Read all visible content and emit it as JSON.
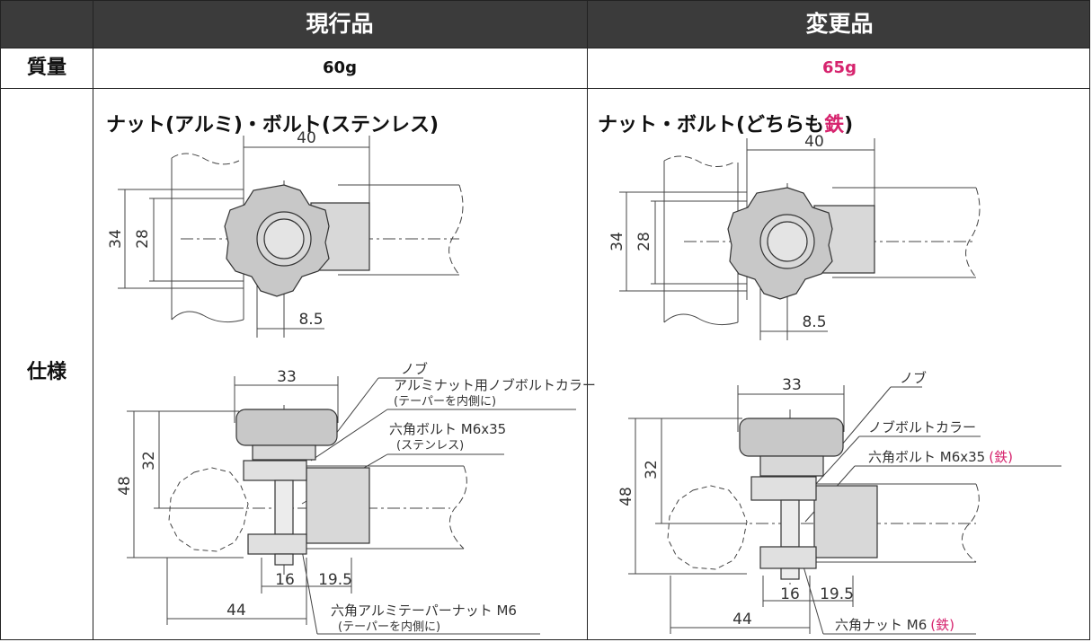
{
  "header": {
    "current_label": "現行品",
    "changed_label": "変更品"
  },
  "rows": {
    "mass_label": "質量",
    "spec_label": "仕様"
  },
  "mass": {
    "current": "60g",
    "changed": "65g"
  },
  "spec": {
    "current_title": "ナット(アルミ)・ボルト(ステンレス)",
    "changed_title_prefix": "ナット・ボルト(どちらも",
    "changed_title_accent": "鉄",
    "changed_title_suffix": ")"
  },
  "dims": {
    "d40": "40",
    "d34": "34",
    "d28": "28",
    "d8_5": "8.5",
    "d33": "33",
    "d48": "48",
    "d32": "32",
    "d16": "16",
    "d19_5": "19.5",
    "d44": "44"
  },
  "current_callouts": {
    "knob": "ノブ",
    "collar_line1": "アルミナット用ノブボルトカラー",
    "collar_line2": "(テーパーを内側に)",
    "bolt_line1": "六角ボルト M6x35",
    "bolt_line2": "(ステンレス)",
    "nut_line1": "六角アルミテーパーナット M6",
    "nut_line2": "(テーパーを内側に)"
  },
  "changed_callouts": {
    "knob": "ノブ",
    "collar": "ノブボルトカラー",
    "bolt": "六角ボルト M6x35",
    "bolt_material": "(鉄)",
    "nut": "六角ナット M6",
    "nut_material": "(鉄)"
  },
  "colors": {
    "header_bg": "#3b3b3b",
    "accent": "#d6246e",
    "knob_fill": "#c8c8c8",
    "part_fill": "#d8d8d8"
  }
}
